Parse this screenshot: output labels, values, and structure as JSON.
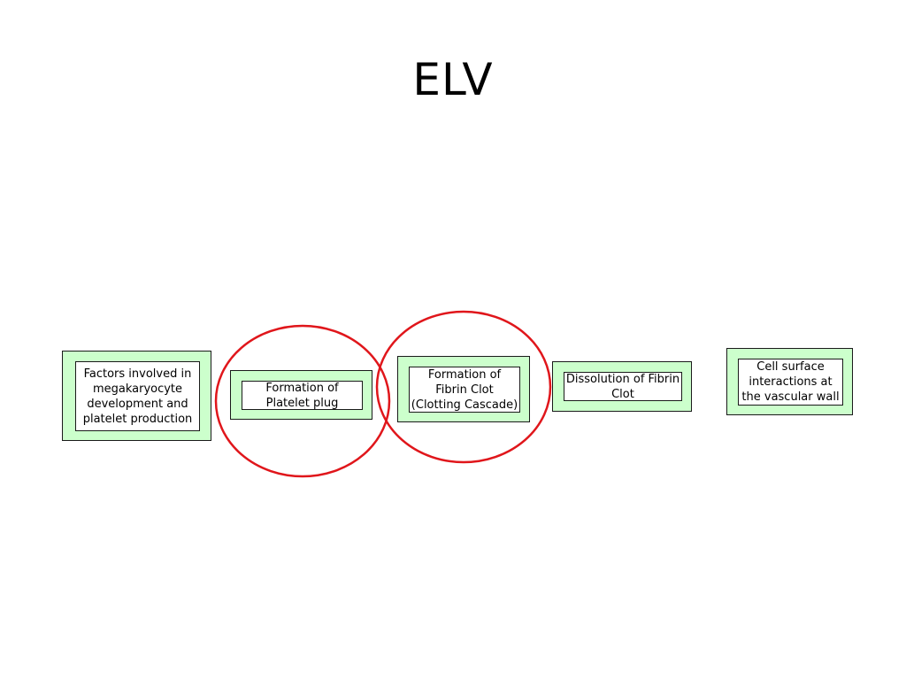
{
  "title": "ELV",
  "colors": {
    "box_fill": "#ccffcc",
    "highlight_circle": "#e0161b"
  },
  "boxes": [
    {
      "id": "megakaryocyte",
      "label": "Factors involved in\nmegakaryocyte\ndevelopment and\nplatelet production",
      "highlighted": false
    },
    {
      "id": "platelet-plug",
      "label": "Formation of\nPlatelet plug",
      "highlighted": true
    },
    {
      "id": "fibrin-clot",
      "label": "Formation of\nFibrin Clot\n(Clotting Cascade)",
      "highlighted": true
    },
    {
      "id": "dissolution",
      "label": "Dissolution of Fibrin\nClot",
      "highlighted": false
    },
    {
      "id": "cell-surface",
      "label": "Cell surface\ninteractions at\nthe vascular wall",
      "highlighted": false
    }
  ]
}
